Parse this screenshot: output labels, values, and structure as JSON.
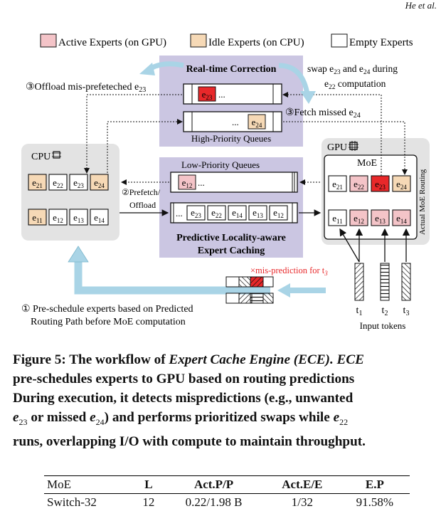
{
  "corner_text": "He et al.",
  "legend": {
    "active": "Active Experts (on GPU)",
    "idle": "Idle Experts (on CPU)",
    "empty": "Empty Experts",
    "active_color": "#f4c4c8",
    "idle_color": "#f6d9b6",
    "missed_color": "#e8282a"
  },
  "figure": {
    "realtime_title": "Real-time Correction",
    "high_priority": "High-Priority Queues",
    "low_priority": "Low-Priority Queues",
    "plc_title_1": "Predictive Locality-aware",
    "plc_title_2": "Expert Caching",
    "offload_label": "③Offload mis-prefeteched e",
    "offload_sub": "23",
    "swap_label_1": "swap e",
    "swap_label_1b": "23",
    "swap_label_1c": " and e",
    "swap_label_1d": "24",
    "swap_label_1e": " during",
    "swap_label_2": "e",
    "swap_label_2b": "22",
    "swap_label_2c": " computation",
    "fetch_label": "③Fetch missed e",
    "fetch_sub": "24",
    "prefetch_label_1": "②Prefetch/",
    "prefetch_label_2": "Offload",
    "cpu_label": "CPU",
    "gpu_label": "GPU",
    "moe_label": "MoE",
    "routing_label": "Actual MoE Routing",
    "misprediction": "×mis-prediction for t",
    "misprediction_sub": "3",
    "preschedule_1": "① Pre-schedule experts based on Predicted",
    "preschedule_2": "Routing Path before MoE computation",
    "input_tokens": "Input tokens",
    "tokens": [
      "t1",
      "t2",
      "t3"
    ],
    "hp_queue_1": "e23",
    "hp_queue_2": "e24",
    "lp_queue_1": "e12",
    "lp_queue_2": [
      "e23",
      "e22",
      "e14",
      "e13",
      "e12"
    ],
    "ellipsis": "...",
    "cpu_row1": [
      "e21",
      "e22",
      "e23",
      "e24"
    ],
    "cpu_row2": [
      "e11",
      "e12",
      "e13",
      "e14"
    ],
    "gpu_row1": [
      "e21",
      "e22",
      "e23",
      "e24"
    ],
    "gpu_row2": [
      "e11",
      "e12",
      "e13",
      "e14"
    ]
  },
  "caption": {
    "lead": "Figure 5: The workflow of ",
    "ece_italic": "Expert Cache Engine (ECE). ECE",
    "rest1": "pre-schedules experts to GPU based on routing predictions",
    "rest2": "During execution, it detects mispredictions (e.g., unwanted",
    "e23": "e",
    "e23s": "23",
    "or_missed": " or missed ",
    "e24": "e",
    "e24s": "24",
    "rest3": ") and performs prioritized swaps while ",
    "e22": "e",
    "e22s": "22",
    "rest4": "runs, overlapping I/O with compute to maintain throughput."
  },
  "table": {
    "headers": [
      "MoE",
      "L",
      "Act.P/P",
      "Act.E/E",
      "E.P"
    ],
    "rows": [
      [
        "Switch-32",
        "12",
        "0.22/1.98 B",
        "1/32",
        "91.58%"
      ]
    ]
  }
}
